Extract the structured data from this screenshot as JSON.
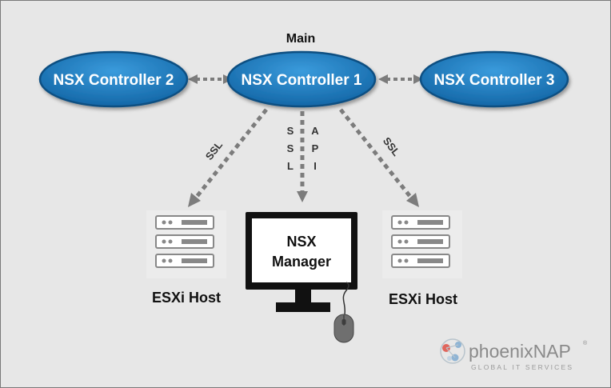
{
  "nodes": {
    "controller1": {
      "label": "NSX Controller 1",
      "role": "Main"
    },
    "controller2": {
      "label": "NSX Controller 2"
    },
    "controller3": {
      "label": "NSX Controller 3"
    },
    "host_left": {
      "label": "ESXi Host"
    },
    "host_right": {
      "label": "ESXi Host"
    },
    "manager": {
      "label_line1": "NSX",
      "label_line2": "Manager"
    }
  },
  "edges": {
    "to_left_host": "SSL",
    "to_right_host": "SSL",
    "to_manager_ssl": [
      "S",
      "S",
      "L"
    ],
    "to_manager_api": [
      "A",
      "P",
      "I"
    ]
  },
  "logo": {
    "name": "phoenixNAP",
    "tagline": "GLOBAL IT SERVICES",
    "mark": "®"
  },
  "colors": {
    "node_fill": "#1f7fc2",
    "node_stroke": "#0d4f82",
    "arrow": "#7c7c7c",
    "background": "#e7e7e7",
    "server_bar": "#ffffff",
    "logo_text": "#8a8a8a"
  }
}
